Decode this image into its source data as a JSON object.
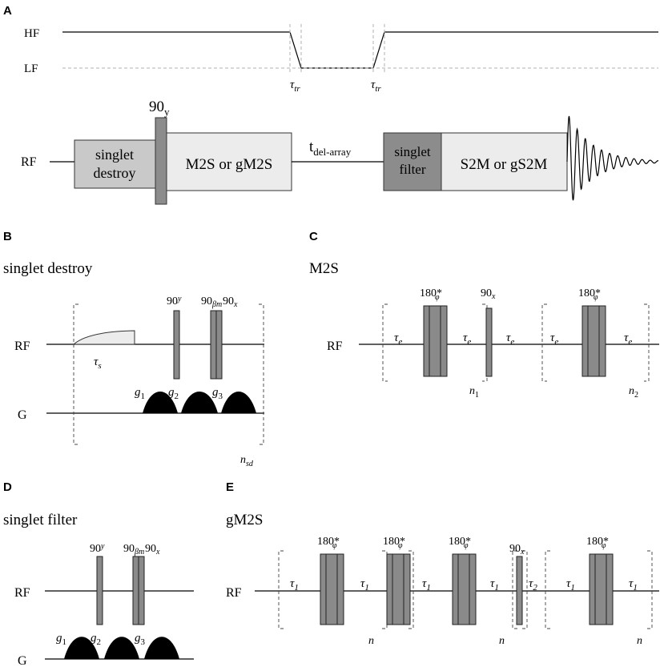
{
  "panels": {
    "A": {
      "letter": "A",
      "hf_label": "HF",
      "lf_label": "LF",
      "tau_tr": "τ",
      "tau_tr_sub": "tr",
      "pulse_label": "90",
      "pulse_sub": "y",
      "rf_label": "RF",
      "singlet_destroy_1": "singlet",
      "singlet_destroy_2": "destroy",
      "m2s_box": "M2S or gM2S",
      "t_del": "t",
      "t_del_sub": "del-array",
      "singlet_filter_1": "singlet",
      "singlet_filter_2": "filter",
      "s2m_box": "S2M or gS2M"
    },
    "B": {
      "letter": "B",
      "title": "singlet destroy",
      "rf_label": "RF",
      "g_label": "G",
      "tau_s": "τ",
      "tau_s_sub": "s",
      "p90y": "90",
      "p90y_sub": "y",
      "p90b": "90",
      "p90b_sub": "βm",
      "p90x": "90",
      "p90x_sub": "x",
      "g1": "g",
      "g1_sub": "1",
      "g2": "g",
      "g2_sub": "2",
      "g3": "g",
      "g3_sub": "3",
      "n_sd": "n",
      "n_sd_sub": "sd"
    },
    "C": {
      "letter": "C",
      "title": "M2S",
      "rf_label": "RF",
      "tau_e": "τ",
      "tau_e_sub": "e",
      "p180": "180*",
      "p180_sub": "φ",
      "p90x": "90",
      "p90x_sub": "x",
      "n1": "n",
      "n1_sub": "1",
      "n2": "n",
      "n2_sub": "2"
    },
    "D": {
      "letter": "D",
      "title": "singlet filter",
      "rf_label": "RF",
      "g_label": "G",
      "p90y": "90",
      "p90y_sub": "y",
      "p90b": "90",
      "p90b_sub": "βm",
      "p90x": "90",
      "p90x_sub": "x",
      "g1": "g",
      "g1_sub": "1",
      "g2": "g",
      "g2_sub": "2",
      "g3": "g",
      "g3_sub": "3"
    },
    "E": {
      "letter": "E",
      "title": "gM2S",
      "rf_label": "RF",
      "tau_1": "τ",
      "tau_1_sub": "1",
      "tau_2": "τ",
      "tau_2_sub": "2",
      "p180": "180*",
      "p180_sub": "φ",
      "p90x": "90",
      "p90x_sub": "x",
      "n": "n"
    }
  }
}
